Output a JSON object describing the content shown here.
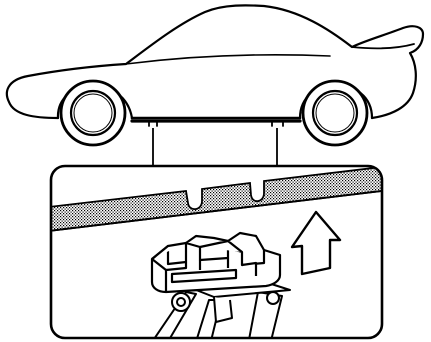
{
  "diagram": {
    "colors": {
      "line": "#000000",
      "background": "#ffffff",
      "sill_hatch": "#8f8f8f"
    },
    "elements": [
      "car-body-outline",
      "front-wheel",
      "rear-wheel",
      "rocker-panel-sill",
      "front-jack-point-notches",
      "rear-jack-point-notches",
      "detail-callout-frame",
      "sill-flange-closeup",
      "jack-saddle",
      "jack-arm",
      "lift-direction-arrow"
    ]
  }
}
